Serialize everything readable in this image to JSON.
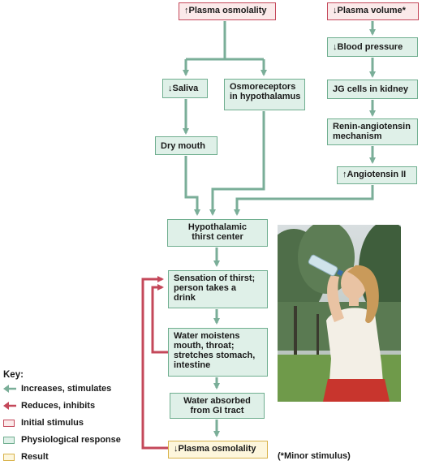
{
  "colors": {
    "stimulate_arrow": "#7aae98",
    "inhibit_arrow": "#c4485a",
    "initial_stimulus_fill": "#fbeaea",
    "initial_stimulus_border": "#c4485a",
    "physiological_fill": "#dff0e8",
    "physiological_border": "#6fae8f",
    "result_fill": "#fdf6dc",
    "result_border": "#d8b24a"
  },
  "nodes": {
    "plasma_osmolality_up": "Plasma osmolality",
    "plasma_volume_down": "Plasma volume*",
    "blood_pressure_down": "Blood pressure",
    "saliva_down": "Saliva",
    "osmoreceptors_line1": "Osmoreceptors",
    "osmoreceptors_line2": "in hypothalamus",
    "jg_cells": "JG cells in kidney",
    "dry_mouth": "Dry mouth",
    "renin_line1": "Renin-angiotensin",
    "renin_line2": "mechanism",
    "angiotensin_up": "Angiotensin II",
    "hypothalamic_line1": "Hypothalamic",
    "hypothalamic_line2": "thirst center",
    "thirst_line1": "Sensation of thirst;",
    "thirst_line2": "person takes a",
    "thirst_line3": "drink",
    "water_line1": "Water moistens",
    "water_line2": "mouth, throat;",
    "water_line3": "stretches stomach,",
    "water_line4": "intestine",
    "absorbed_line1": "Water absorbed",
    "absorbed_line2": "from GI tract",
    "plasma_osmolality_down": "Plasma osmolality",
    "up_arrow_symbol": "↑",
    "down_arrow_symbol": "↓"
  },
  "key": {
    "title": "Key:",
    "items": [
      {
        "label": "Increases, stimulates",
        "type": "stimulate-arrow"
      },
      {
        "label": "Reduces, inhibits",
        "type": "inhibit-arrow"
      },
      {
        "label": "Initial stimulus",
        "type": "initial-swatch"
      },
      {
        "label": "Physiological response",
        "type": "physiological-swatch"
      },
      {
        "label": "Result",
        "type": "result-swatch"
      }
    ]
  },
  "footnote": "(*Minor stimulus)",
  "photo": {
    "icon": "woman-drinking-water-photo"
  }
}
